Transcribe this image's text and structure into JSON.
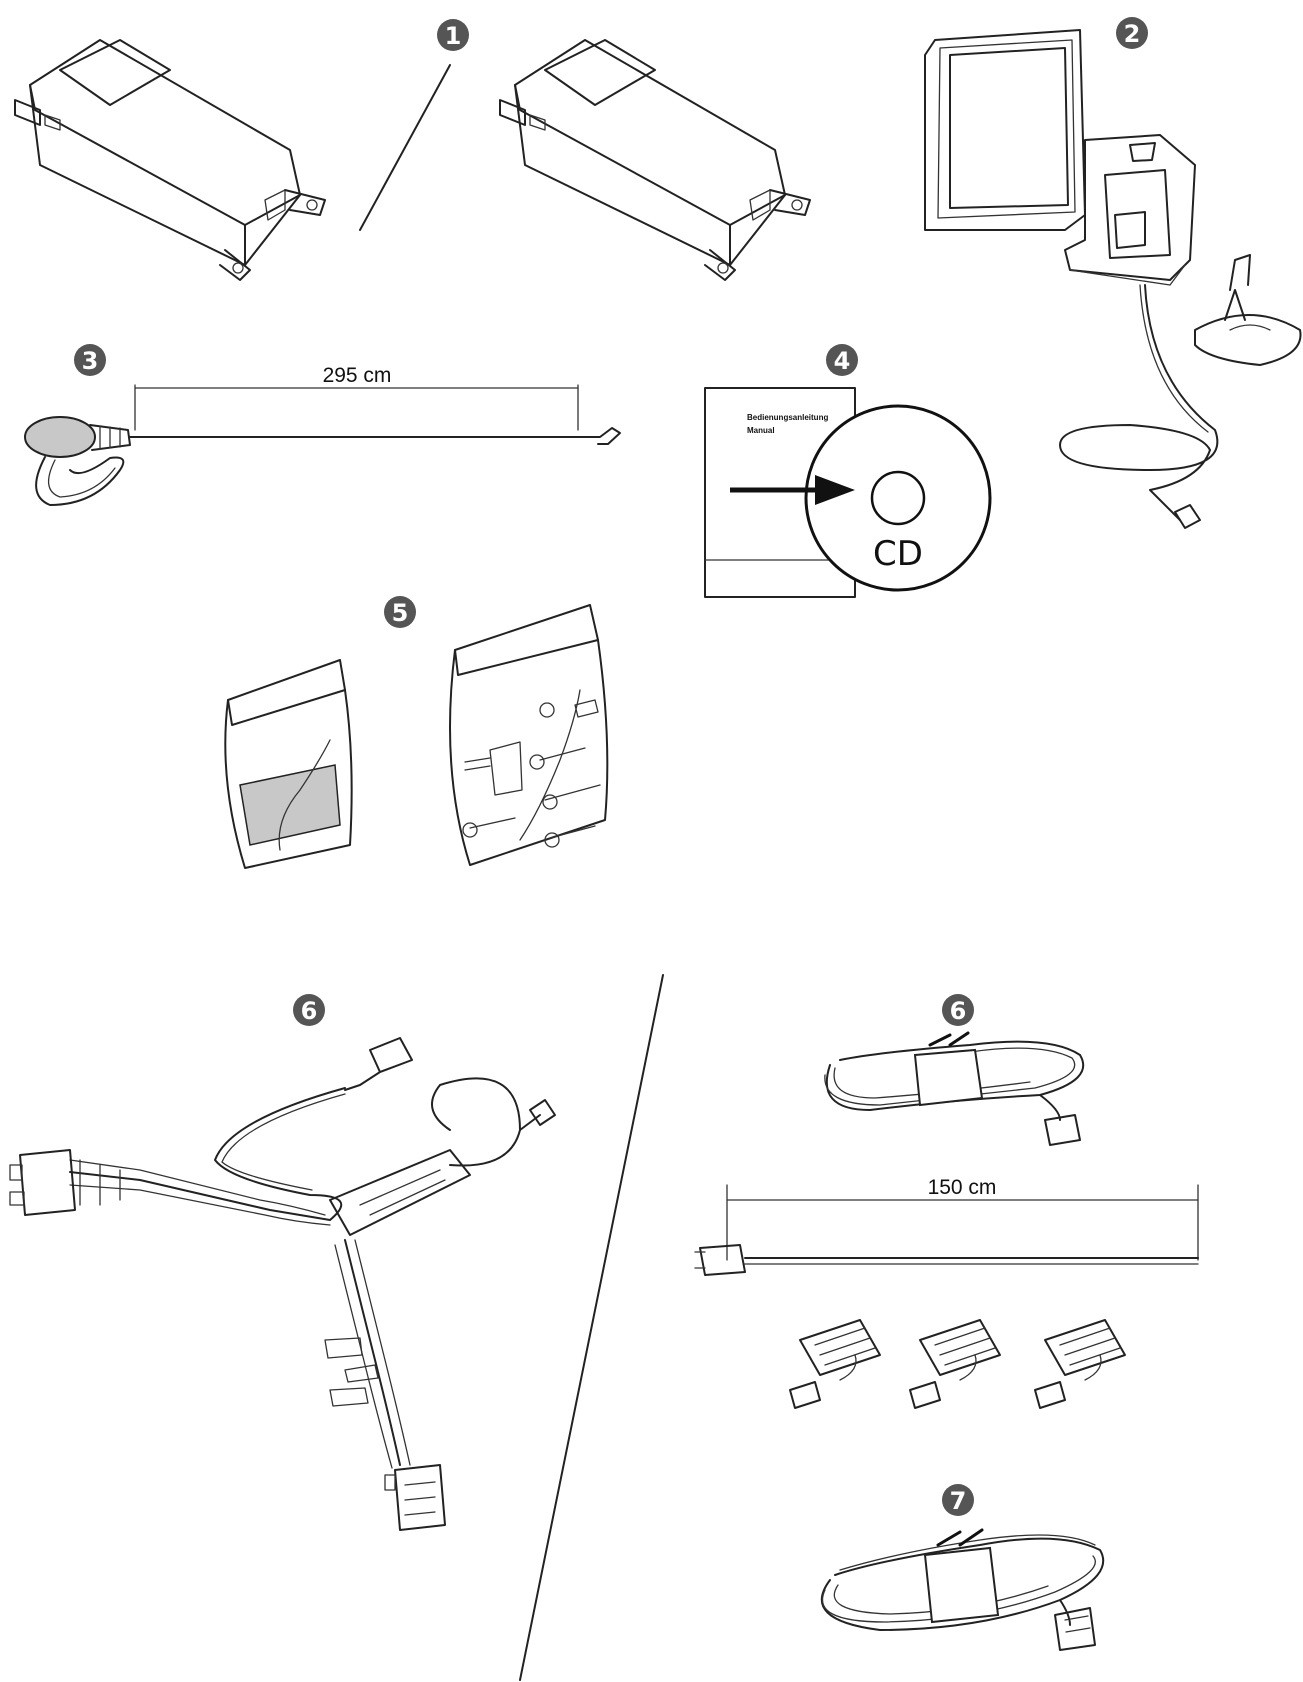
{
  "colors": {
    "line": "#222222",
    "badge": "#555555",
    "background": "#ffffff",
    "grey_fill": "#c8c8c8"
  },
  "badges": {
    "b1": "1",
    "b2": "2",
    "b3": "3",
    "b4": "4",
    "b5": "5",
    "b6a": "6",
    "b6b": "6",
    "b7": "7"
  },
  "dimensions": {
    "microphone_cable": "295 cm",
    "extension_cable": "150 cm"
  },
  "manual": {
    "line1": "Bedienungsanleitung",
    "line2": "Manual",
    "cd_label": "CD"
  }
}
